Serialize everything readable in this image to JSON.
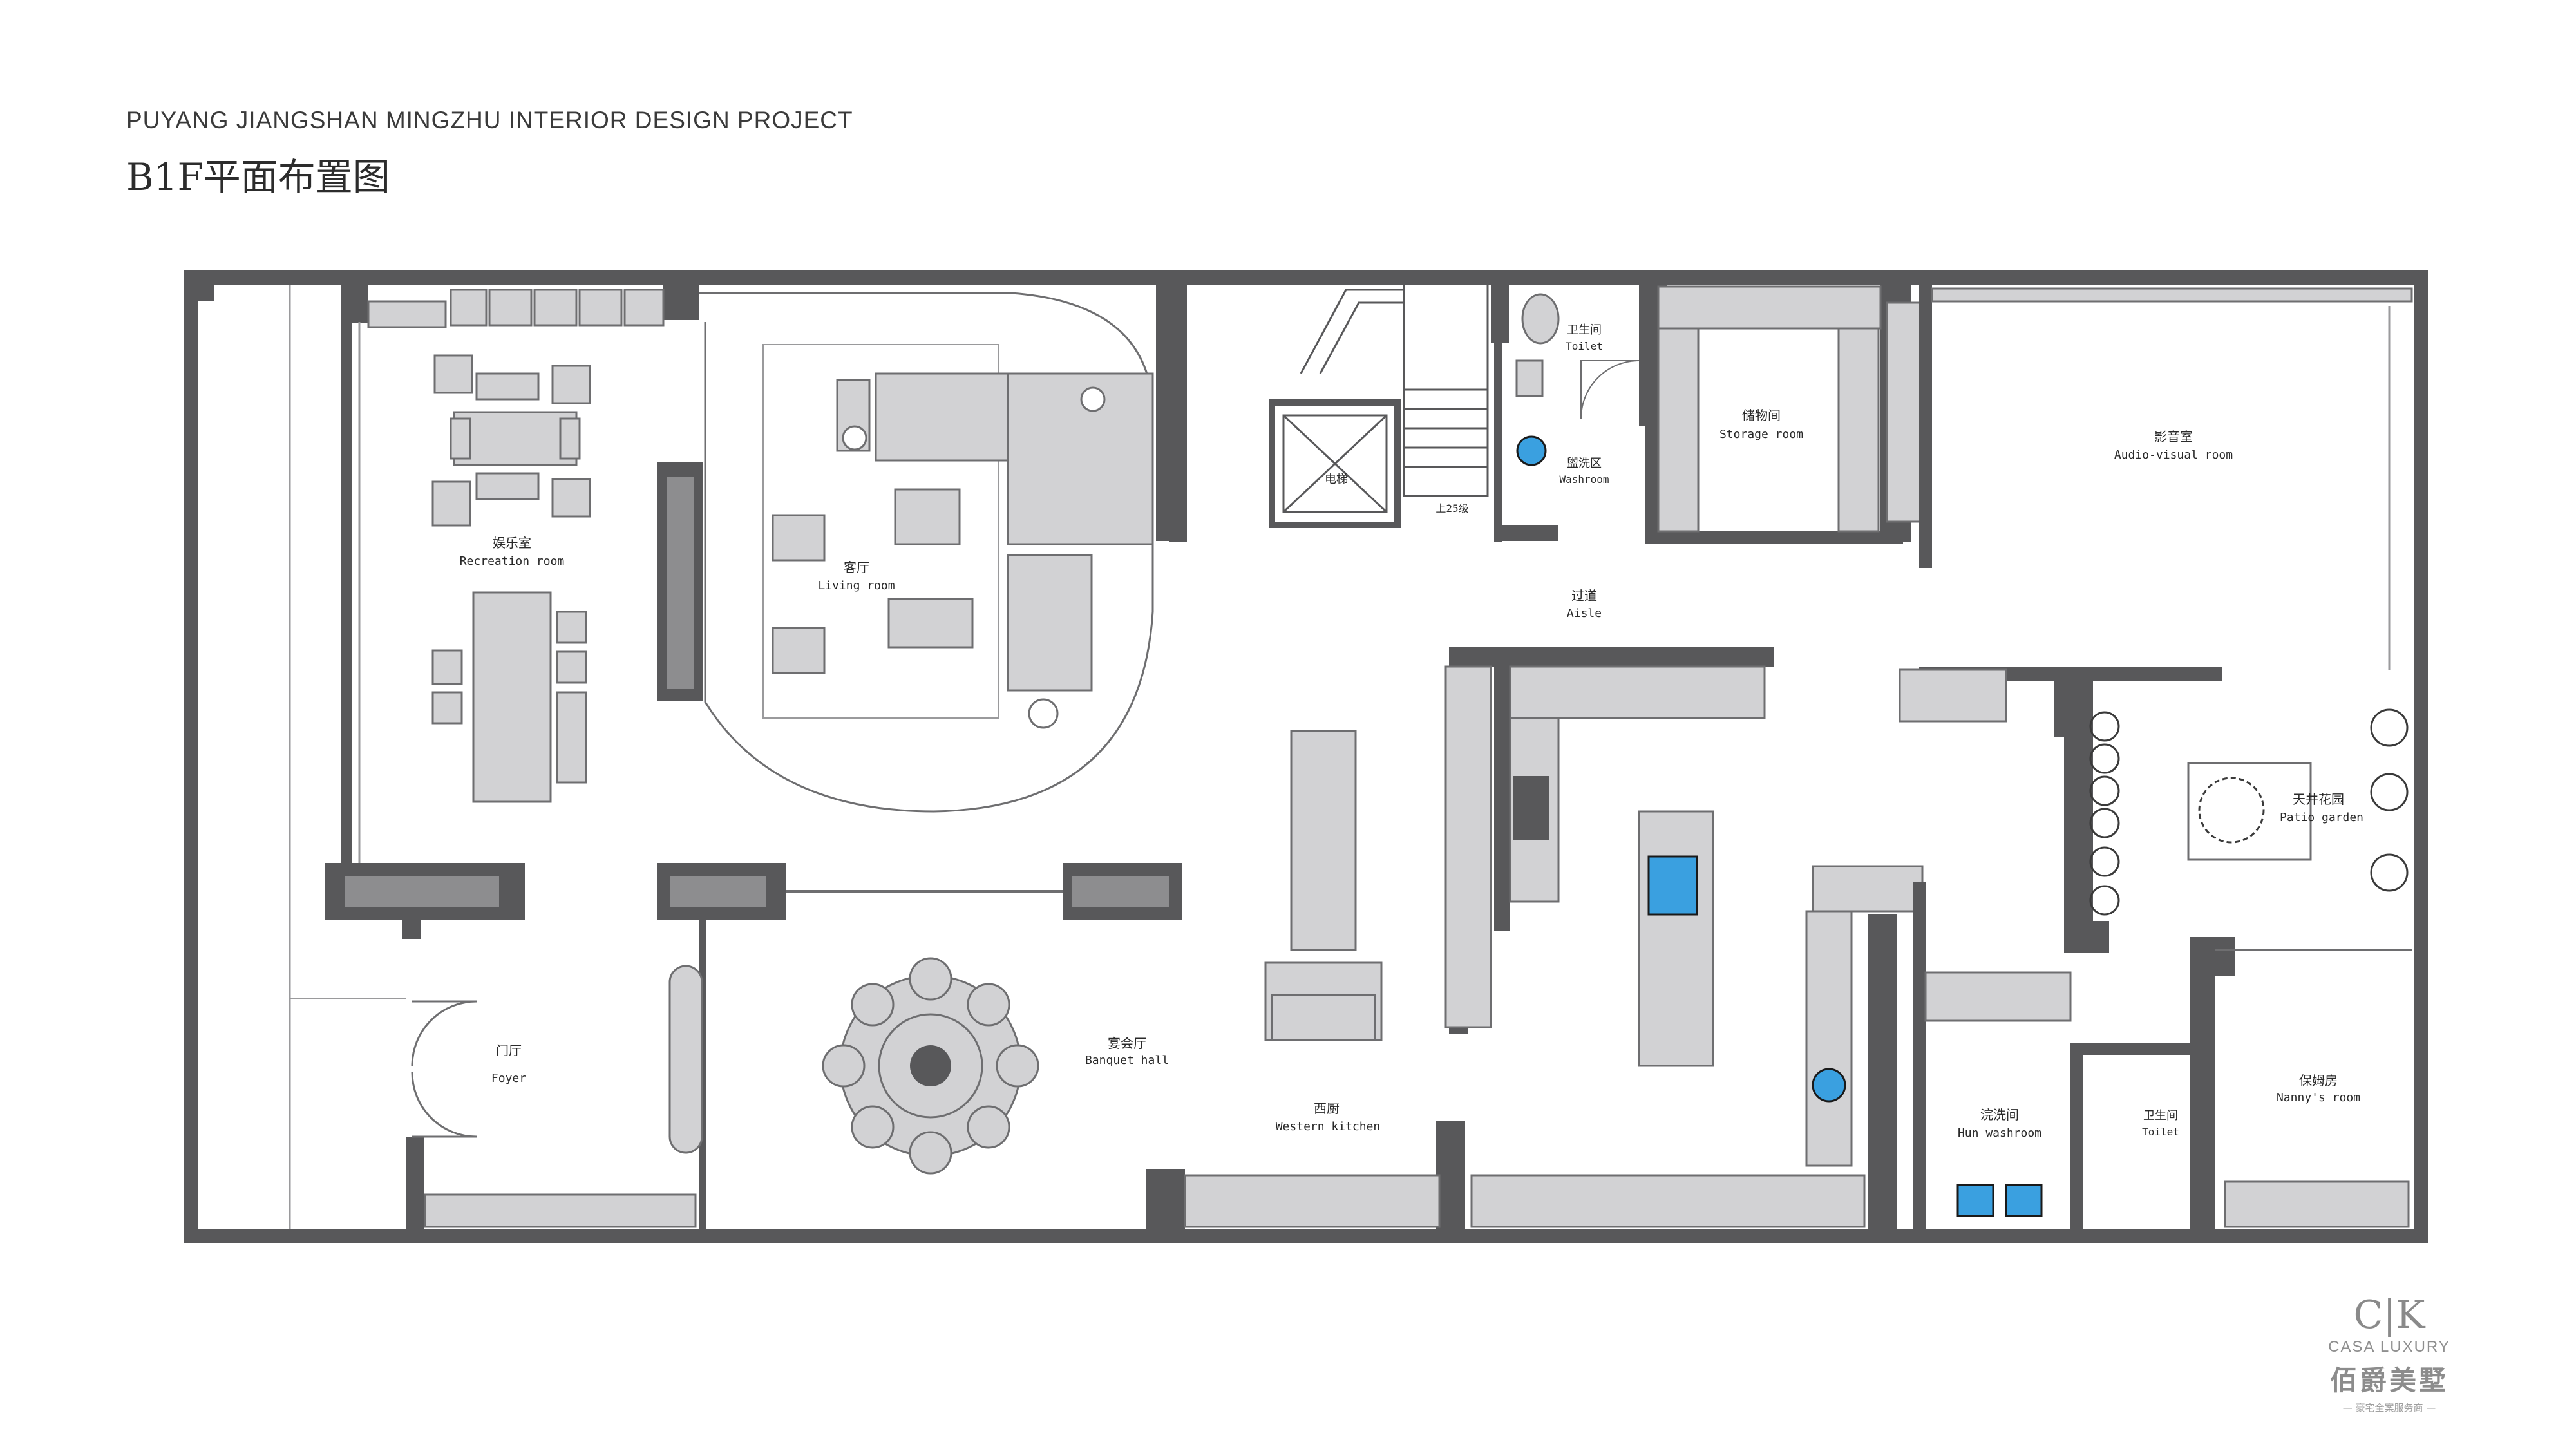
{
  "header": {
    "project": "PUYANG JIANGSHAN MINGZHU INTERIOR DESIGN PROJECT",
    "plan_title": "B1F平面布置图"
  },
  "rooms": {
    "recreation": {
      "cn": "娱乐室",
      "en": "Recreation room"
    },
    "living": {
      "cn": "客厅",
      "en": "Living room"
    },
    "toilet1": {
      "cn": "卫生间",
      "en": "Toilet"
    },
    "washroom": {
      "cn": "盥洗区",
      "en": "Washroom"
    },
    "storage": {
      "cn": "储物间",
      "en": "Storage room"
    },
    "audio": {
      "cn": "影音室",
      "en": "Audio-visual room"
    },
    "elevator": {
      "cn": "电梯"
    },
    "aisle": {
      "cn": "过道",
      "en": "Aisle"
    },
    "patio": {
      "cn": "天井花园",
      "en": "Patio garden"
    },
    "foyer": {
      "cn": "门厅",
      "en": "Foyer"
    },
    "banquet": {
      "cn": "宴会厅",
      "en": "Banquet hall"
    },
    "western_kitchen": {
      "cn": "西厨",
      "en": "Western kitchen"
    },
    "hun_washroom": {
      "cn": "浣洗间",
      "en": "Hun washroom"
    },
    "toilet2": {
      "cn": "卫生间",
      "en": "Toilet"
    },
    "nanny": {
      "cn": "保姆房",
      "en": "Nanny's room"
    }
  },
  "stairs": {
    "note": "上25级"
  },
  "logo": {
    "mark": "C|K",
    "brand": "CASA LUXURY",
    "cn": "佰爵美墅",
    "tagline": "— 豪宅全案服务商 —"
  },
  "colors": {
    "wall": "#58585a",
    "wall_light": "#8d8d8f",
    "furniture": "#d2d2d4",
    "furniture_stroke": "#6e6e70",
    "accent_blue": "#3aa0e0"
  }
}
